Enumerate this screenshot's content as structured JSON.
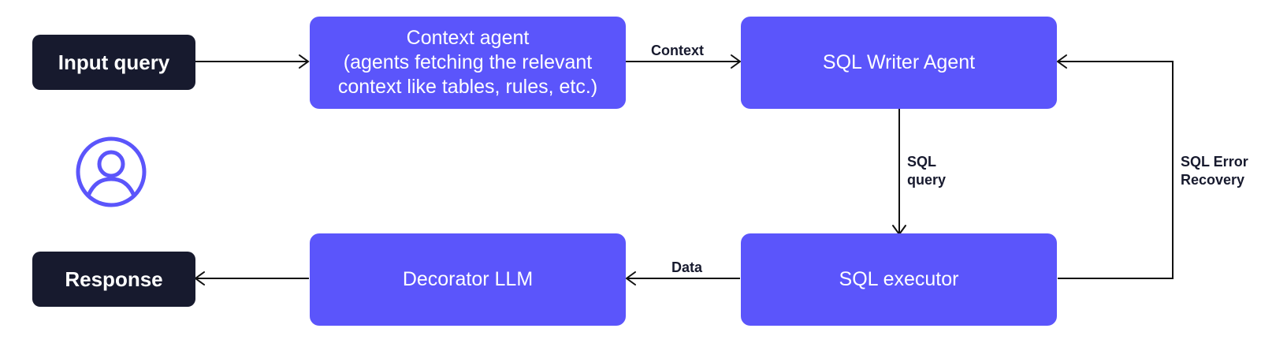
{
  "nodes": {
    "input_query": "Input query",
    "context_agent": {
      "lines": [
        "Context agent",
        "(agents fetching the relevant",
        "context like tables, rules, etc.)"
      ]
    },
    "sql_writer_agent": "SQL Writer Agent",
    "sql_executor": "SQL executor",
    "decorator_llm": "Decorator LLM",
    "response": "Response"
  },
  "edges": {
    "context": "Context",
    "sql_query": [
      "SQL",
      "query"
    ],
    "sql_error_recovery": [
      "SQL Error",
      "Recovery"
    ],
    "data": "Data"
  },
  "icons": {
    "user": "user-icon"
  },
  "colors": {
    "agent_fill": "#5b55fb",
    "terminal_fill": "#171a2e",
    "arrow": "#111111",
    "icon_stroke": "#5b55fb"
  }
}
